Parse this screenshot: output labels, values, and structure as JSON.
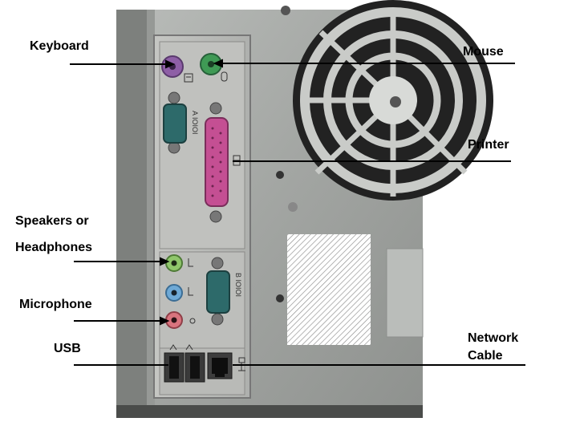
{
  "labels": {
    "keyboard": "Keyboard",
    "mouse": "Mouse",
    "printer": "Printer",
    "speakers_line1": "Speakers or",
    "speakers_line2": "Headphones",
    "microphone": "Microphone",
    "usb": "USB",
    "network_line1": "Network",
    "network_line2": "Cable"
  },
  "colors": {
    "ps2_keyboard": "#8e5fa6",
    "ps2_mouse": "#3f9a55",
    "serial_port": "#2d6a6a",
    "parallel_port": "#c44f93",
    "audio_out": "#8fc66b",
    "audio_in": "#6ea9d6",
    "mic": "#d9747e",
    "case_metal": "#a7aaa7",
    "leader_line": "#000000"
  },
  "icons": [
    "keyboard-icon",
    "mouse-icon",
    "printer-icon",
    "network-icon",
    "usb-icon",
    "speaker-icon",
    "mic-icon",
    "fan-grill"
  ]
}
